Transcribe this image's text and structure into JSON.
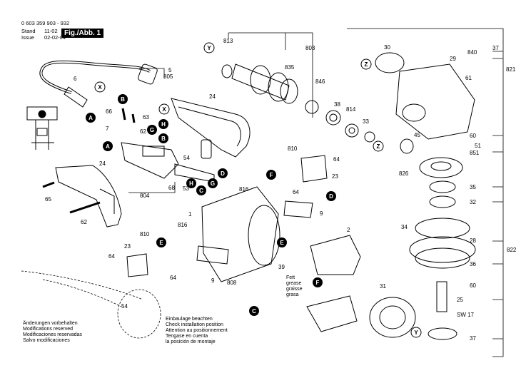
{
  "header": {
    "doc_number": "0 603 359 903 - 932",
    "stand_label": "Stand",
    "stand_value": "11-02",
    "issue_label": "Issue",
    "issue_value": "02-02-04",
    "figure_label": "Fig./Abb. 1"
  },
  "notes": {
    "left": [
      "Änderungen vorbehalten",
      "Modifications reserved",
      "Modificaciones reservadas",
      "Salvo modificaciones"
    ],
    "center": [
      "Einbaulage beachten",
      "Check installation position",
      "Attention au positionnement",
      "Tengase en cuenta",
      "la posición de montaje"
    ],
    "grease": [
      "Fett",
      "grease",
      "graisse",
      "grasa"
    ]
  },
  "part_labels": [
    {
      "id": "813",
      "text": "813"
    },
    {
      "id": "803",
      "text": "803"
    },
    {
      "id": "835",
      "text": "835"
    },
    {
      "id": "846",
      "text": "846"
    },
    {
      "id": "38",
      "text": "38"
    },
    {
      "id": "814",
      "text": "814"
    },
    {
      "id": "33",
      "text": "33"
    },
    {
      "id": "30",
      "text": "30"
    },
    {
      "id": "840",
      "text": "840"
    },
    {
      "id": "37",
      "text": "37"
    },
    {
      "id": "29",
      "text": "29"
    },
    {
      "id": "821",
      "text": "821"
    },
    {
      "id": "61",
      "text": "61"
    },
    {
      "id": "6",
      "text": "6"
    },
    {
      "id": "5",
      "text": "5"
    },
    {
      "id": "805",
      "text": "805"
    },
    {
      "id": "24a",
      "text": "24"
    },
    {
      "id": "66",
      "text": "66"
    },
    {
      "id": "63",
      "text": "63"
    },
    {
      "id": "7",
      "text": "7"
    },
    {
      "id": "62a",
      "text": "62"
    },
    {
      "id": "45",
      "text": "45"
    },
    {
      "id": "60a",
      "text": "60"
    },
    {
      "id": "51",
      "text": "51"
    },
    {
      "id": "851",
      "text": "851"
    },
    {
      "id": "64a",
      "text": "64"
    },
    {
      "id": "23a",
      "text": "23"
    },
    {
      "id": "826",
      "text": "826"
    },
    {
      "id": "810a",
      "text": "810"
    },
    {
      "id": "54a",
      "text": "54"
    },
    {
      "id": "24b",
      "text": "24"
    },
    {
      "id": "816a",
      "text": "816"
    },
    {
      "id": "64b",
      "text": "64"
    },
    {
      "id": "35",
      "text": "35"
    },
    {
      "id": "32",
      "text": "32"
    },
    {
      "id": "65",
      "text": "65"
    },
    {
      "id": "68",
      "text": "68"
    },
    {
      "id": "53",
      "text": "53"
    },
    {
      "id": "804",
      "text": "804"
    },
    {
      "id": "1",
      "text": "1"
    },
    {
      "id": "9a",
      "text": "9"
    },
    {
      "id": "62b",
      "text": "62"
    },
    {
      "id": "2",
      "text": "2"
    },
    {
      "id": "34",
      "text": "34"
    },
    {
      "id": "28",
      "text": "28"
    },
    {
      "id": "810b",
      "text": "810"
    },
    {
      "id": "816b",
      "text": "816"
    },
    {
      "id": "822",
      "text": "822"
    },
    {
      "id": "23b",
      "text": "23"
    },
    {
      "id": "64c",
      "text": "64"
    },
    {
      "id": "64d",
      "text": "64"
    },
    {
      "id": "9b",
      "text": "9"
    },
    {
      "id": "39",
      "text": "39"
    },
    {
      "id": "36",
      "text": "36"
    },
    {
      "id": "60b",
      "text": "60"
    },
    {
      "id": "808",
      "text": "808"
    },
    {
      "id": "31",
      "text": "31"
    },
    {
      "id": "25",
      "text": "25"
    },
    {
      "id": "54b",
      "text": "54"
    },
    {
      "id": "sw17",
      "text": "SW 17"
    },
    {
      "id": "37b",
      "text": "37"
    }
  ],
  "callouts": [
    {
      "id": "Y1",
      "text": "Y"
    },
    {
      "id": "X1",
      "text": "X"
    },
    {
      "id": "B1",
      "text": "B"
    },
    {
      "id": "A1",
      "text": "A"
    },
    {
      "id": "X2",
      "text": "X"
    },
    {
      "id": "Z1",
      "text": "Z"
    },
    {
      "id": "Z2",
      "text": "Z"
    },
    {
      "id": "G1",
      "text": "G"
    },
    {
      "id": "H1",
      "text": "H"
    },
    {
      "id": "B2",
      "text": "B"
    },
    {
      "id": "A2",
      "text": "A"
    },
    {
      "id": "F1",
      "text": "F"
    },
    {
      "id": "D1",
      "text": "D"
    },
    {
      "id": "H2",
      "text": "H"
    },
    {
      "id": "C1",
      "text": "C"
    },
    {
      "id": "G2",
      "text": "G"
    },
    {
      "id": "D2",
      "text": "D"
    },
    {
      "id": "E1",
      "text": "E"
    },
    {
      "id": "E2",
      "text": "E"
    },
    {
      "id": "F2",
      "text": "F"
    },
    {
      "id": "C2",
      "text": "C"
    },
    {
      "id": "Y2",
      "text": "Y"
    }
  ]
}
